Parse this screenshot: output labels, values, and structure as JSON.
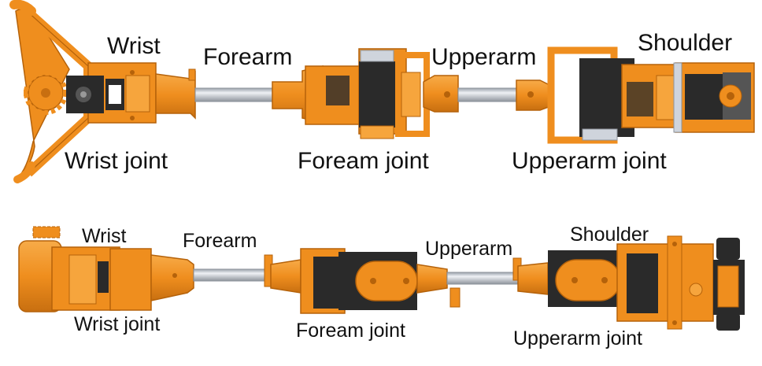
{
  "colors": {
    "orange": "#ef8e1e",
    "orange_dark": "#b5620a",
    "orange_light": "#f6a53d",
    "servo_black": "#2a2a2a",
    "servo_grey": "#555555",
    "rod": "#cfd4dc",
    "rod_edge": "#8d939b"
  },
  "top_view": {
    "labels": {
      "wrist": "Wrist",
      "forearm": "Forearm",
      "upperarm": "Upperarm",
      "shoulder": "Shoulder",
      "wrist_joint": "Wrist joint",
      "forearm_joint": "Foream joint",
      "upperarm_joint": "Upperarm joint"
    }
  },
  "side_view": {
    "labels": {
      "wrist": "Wrist",
      "forearm": "Forearm",
      "upperarm": "Upperarm",
      "shoulder": "Shoulder",
      "wrist_joint": "Wrist joint",
      "forearm_joint": "Foream joint",
      "upperarm_joint": "Upperarm joint"
    }
  }
}
